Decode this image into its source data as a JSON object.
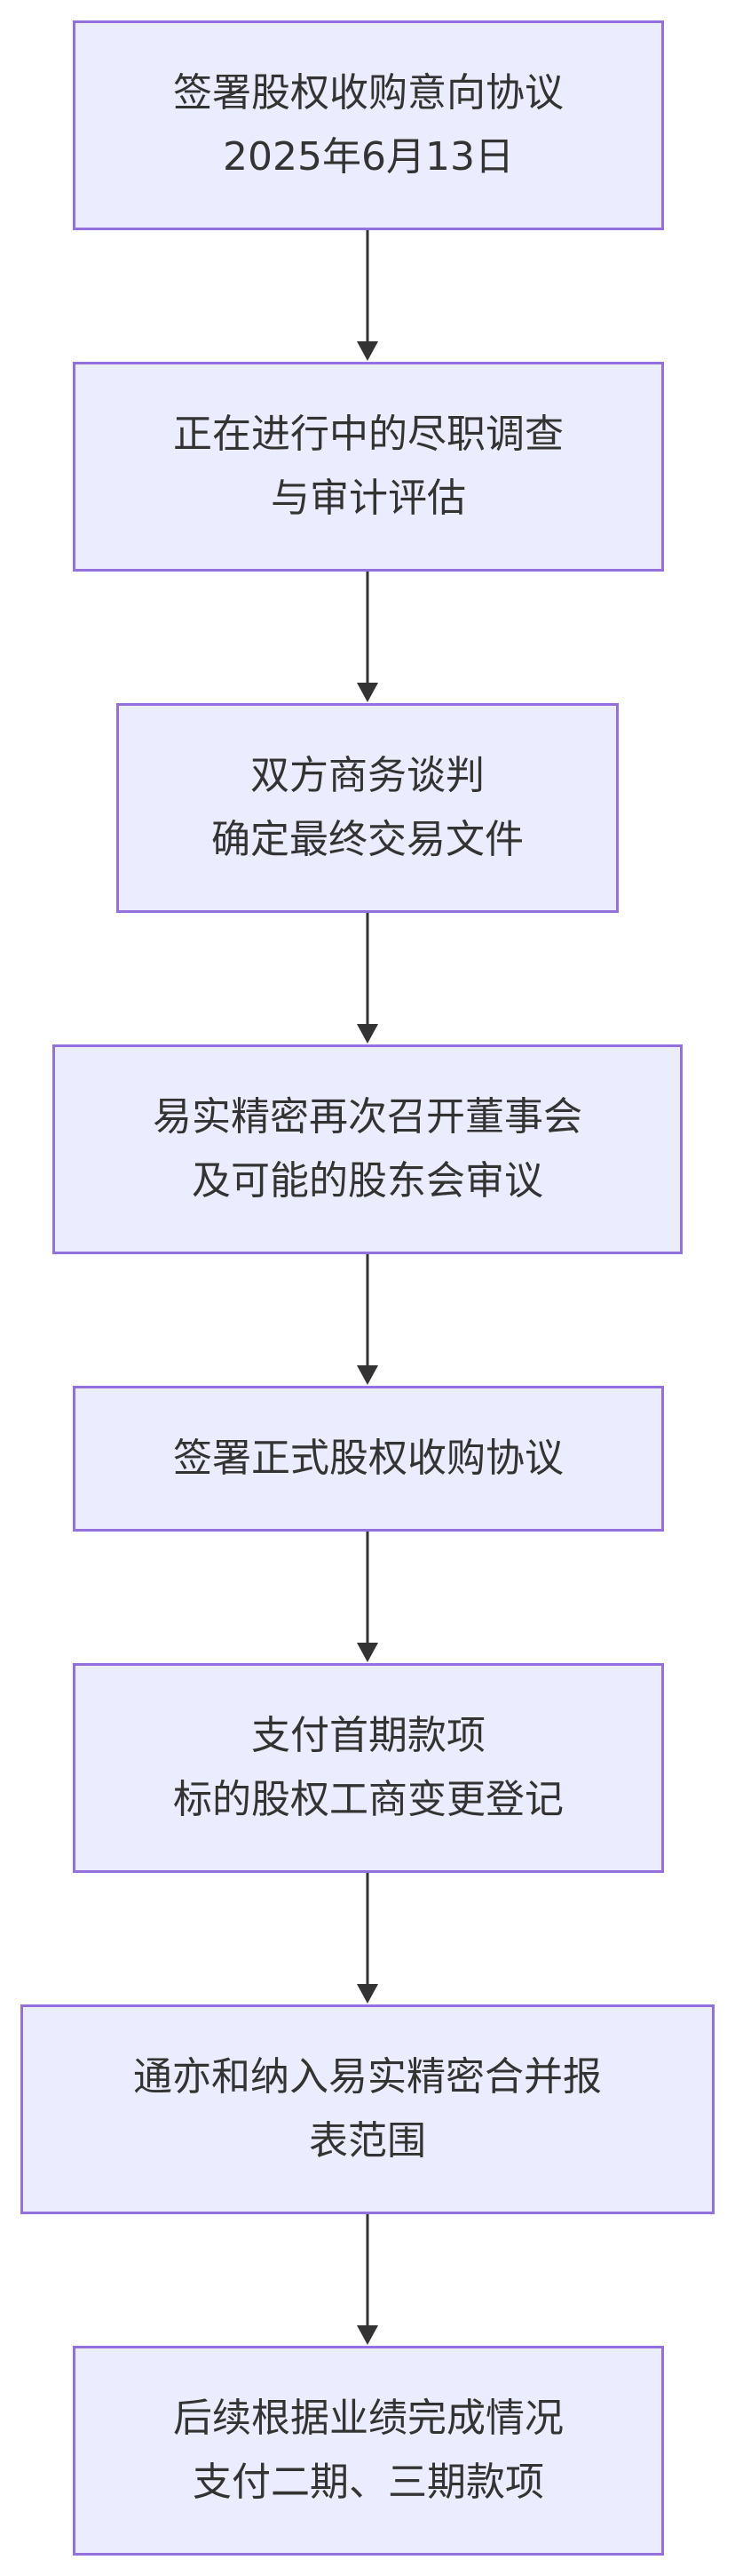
{
  "flowchart": {
    "steps": [
      {
        "line1": "签署股权收购意向协议",
        "line2": "2025年6月13日"
      },
      {
        "line1": "正在进行中的尽职调查",
        "line2": "与审计评估"
      },
      {
        "line1": "双方商务谈判",
        "line2": "确定最终交易文件"
      },
      {
        "line1": "易实精密再次召开董事会",
        "line2": "及可能的股东会审议"
      },
      {
        "line1": "签署正式股权收购协议",
        "line2": ""
      },
      {
        "line1": "支付首期款项",
        "line2": "标的股权工商变更登记"
      },
      {
        "line1": "通亦和纳入易实精密合并报",
        "line2": "表范围"
      },
      {
        "line1": "后续根据业绩完成情况",
        "line2": "支付二期、三期款项"
      }
    ],
    "colors": {
      "node_fill": "#ECECFF",
      "node_border": "#9370DB",
      "text": "#333333",
      "arrow": "#333333"
    }
  }
}
